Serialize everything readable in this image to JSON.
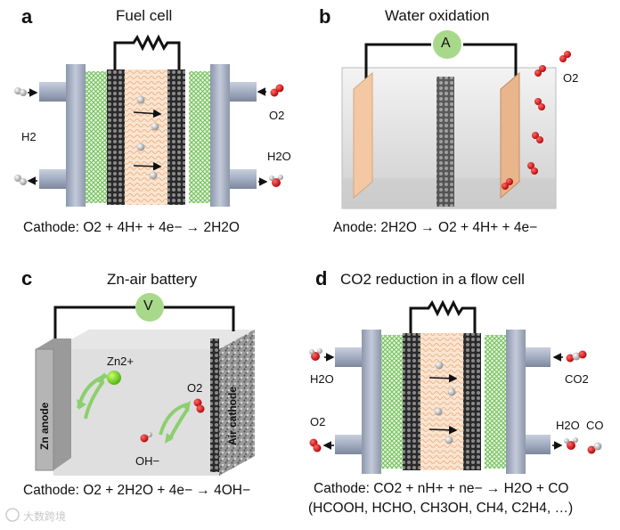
{
  "panel_a": {
    "letter": "a",
    "title": "Fuel cell",
    "h2_label": "H2",
    "o2_label": "O2",
    "h2o_label": "H2O",
    "equation": "Cathode: O2 + 4H+ + 4e− → 2H2O"
  },
  "panel_b": {
    "letter": "b",
    "title": "Water oxidation",
    "meter": "A",
    "o2_label": "O2",
    "equation": "Anode: 2H2O → O2 + 4H+ + 4e−"
  },
  "panel_c": {
    "letter": "c",
    "title": "Zn-air battery",
    "meter": "V",
    "anode_label": "Zn anode",
    "cathode_label": "Air cathode",
    "zn_label": "Zn2+",
    "o2_label": "O2",
    "oh_label": "OH−",
    "equation": "Cathode: O2 + 2H2O + 4e− → 4OH−"
  },
  "panel_d": {
    "letter": "d",
    "title": "CO2 reduction in a flow cell",
    "h2o_label": "H2O",
    "co2_label": "CO2",
    "o2_label": "O2",
    "products_label": "H2O  CO",
    "equation": "Cathode: CO2 + nH+ + ne− → H2O + CO",
    "products_list": "(HCOOH, HCHO, CH3OH, CH4, C2H4, …)"
  },
  "watermark": "大数跨境",
  "colors": {
    "plate": "#a9b3c7",
    "plate_dark": "#7f8aa0",
    "green_mesh": "#7fc96a",
    "electrolyte": "#f6d9bf",
    "electrode": "#f2c9a4",
    "meter": "#a8d98a",
    "o2_red": "#cc1a1a",
    "arrow_green": "#8ccf6e"
  }
}
